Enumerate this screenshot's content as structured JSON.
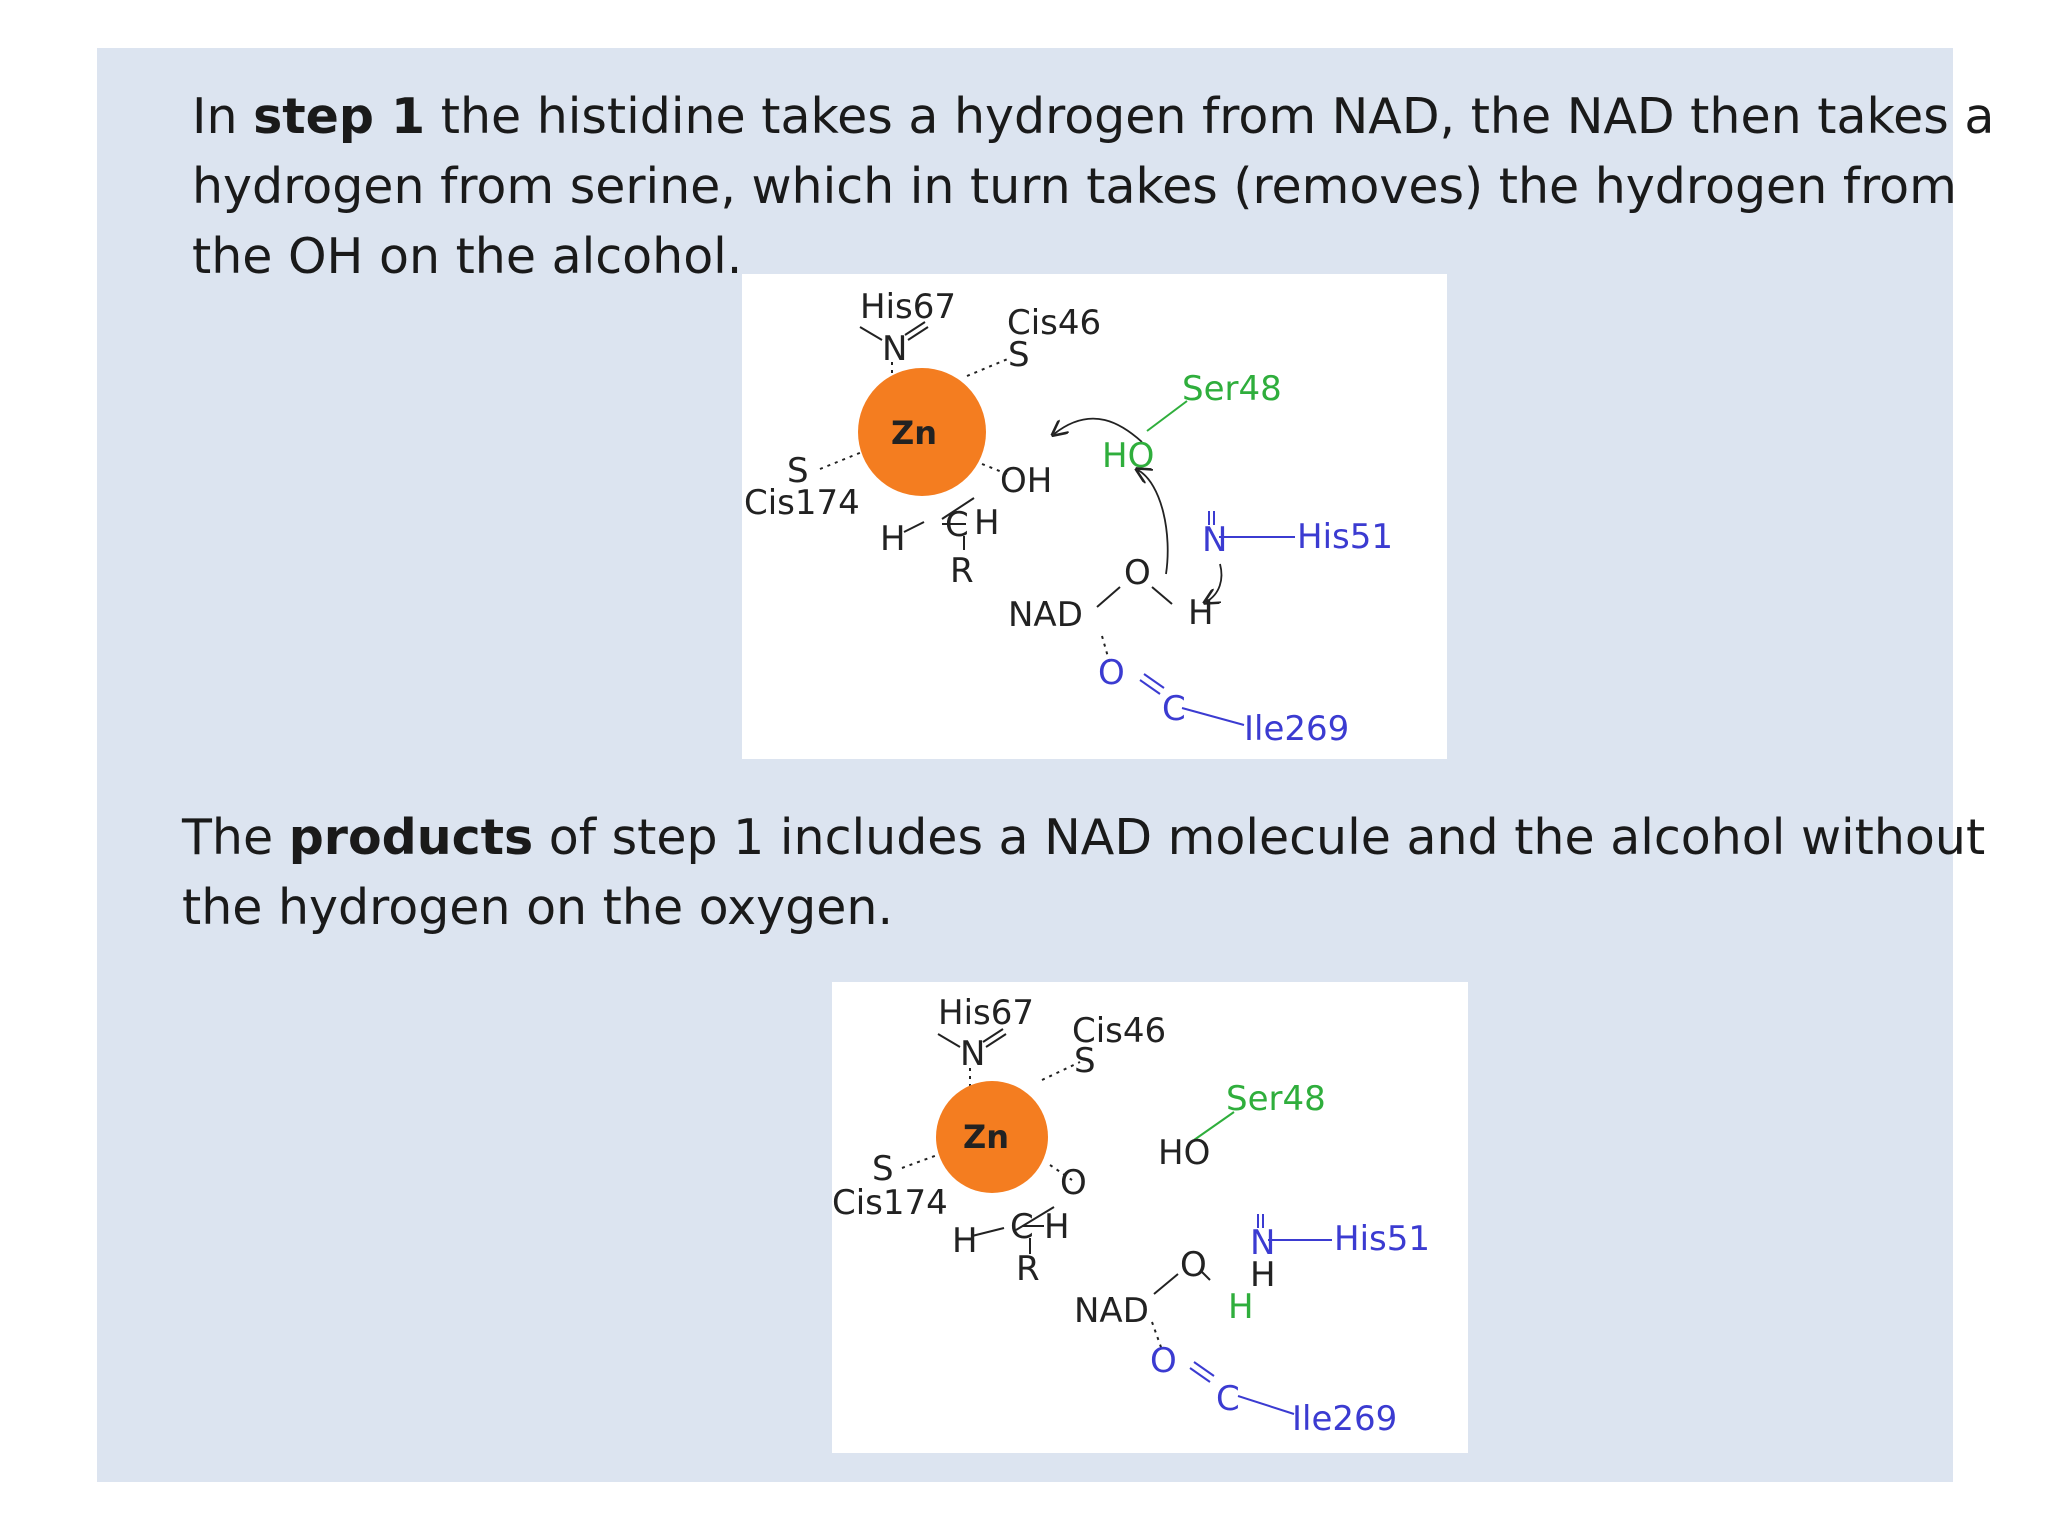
{
  "intro": {
    "l1_pre": "In ",
    "l1_bold": "step 1",
    "l1_post": " the histidine takes a hydrogen from NAD, the NAD then takes a",
    "l2": "hydrogen from serine, which in turn takes (removes) the hydrogen from",
    "l3": "the OH on the alcohol."
  },
  "products": {
    "l1_pre": "The ",
    "l1_bold": "products",
    "l1_post": " of step 1 includes a NAD molecule and the alcohol without",
    "l2": "the hydrogen on the oxygen."
  },
  "figure1": {
    "his67": "His67",
    "n_top": "N",
    "cis46": "Cis46",
    "s_top": "S",
    "zn": "Zn",
    "ser48": "Ser48",
    "ho": "HO",
    "s_left": "S",
    "cis174": "Cis174",
    "oh": "OH",
    "h_left": "H",
    "c": "C",
    "h_right": "H",
    "r": "R",
    "n_his51": "N",
    "his51": "His51",
    "o_nad": "O",
    "h_n": "H",
    "nad": "NAD",
    "o_ile": "O",
    "c_ile": "C",
    "ile269": "Ile269"
  },
  "figure2": {
    "his67": "His67",
    "n_top": "N",
    "cis46": "Cis46",
    "s_top": "S",
    "zn": "Zn",
    "ser48": "Ser48",
    "ho": "HO",
    "s_left": "S",
    "cis174": "Cis174",
    "o_alc": "O",
    "h_left": "H",
    "c": "C",
    "h_right": "H",
    "r": "R",
    "n_his51": "N",
    "his51": "His51",
    "o_nad": "O",
    "h_n": "H",
    "h_nad": "H",
    "nad": "NAD",
    "o_ile": "O",
    "c_ile": "C",
    "ile269": "Ile269"
  },
  "colors": {
    "slide_bg": "#dce4f0",
    "zinc": "#f47d20",
    "serine": "#2fae3c",
    "histidine_isoleucine": "#3b3bd1"
  }
}
